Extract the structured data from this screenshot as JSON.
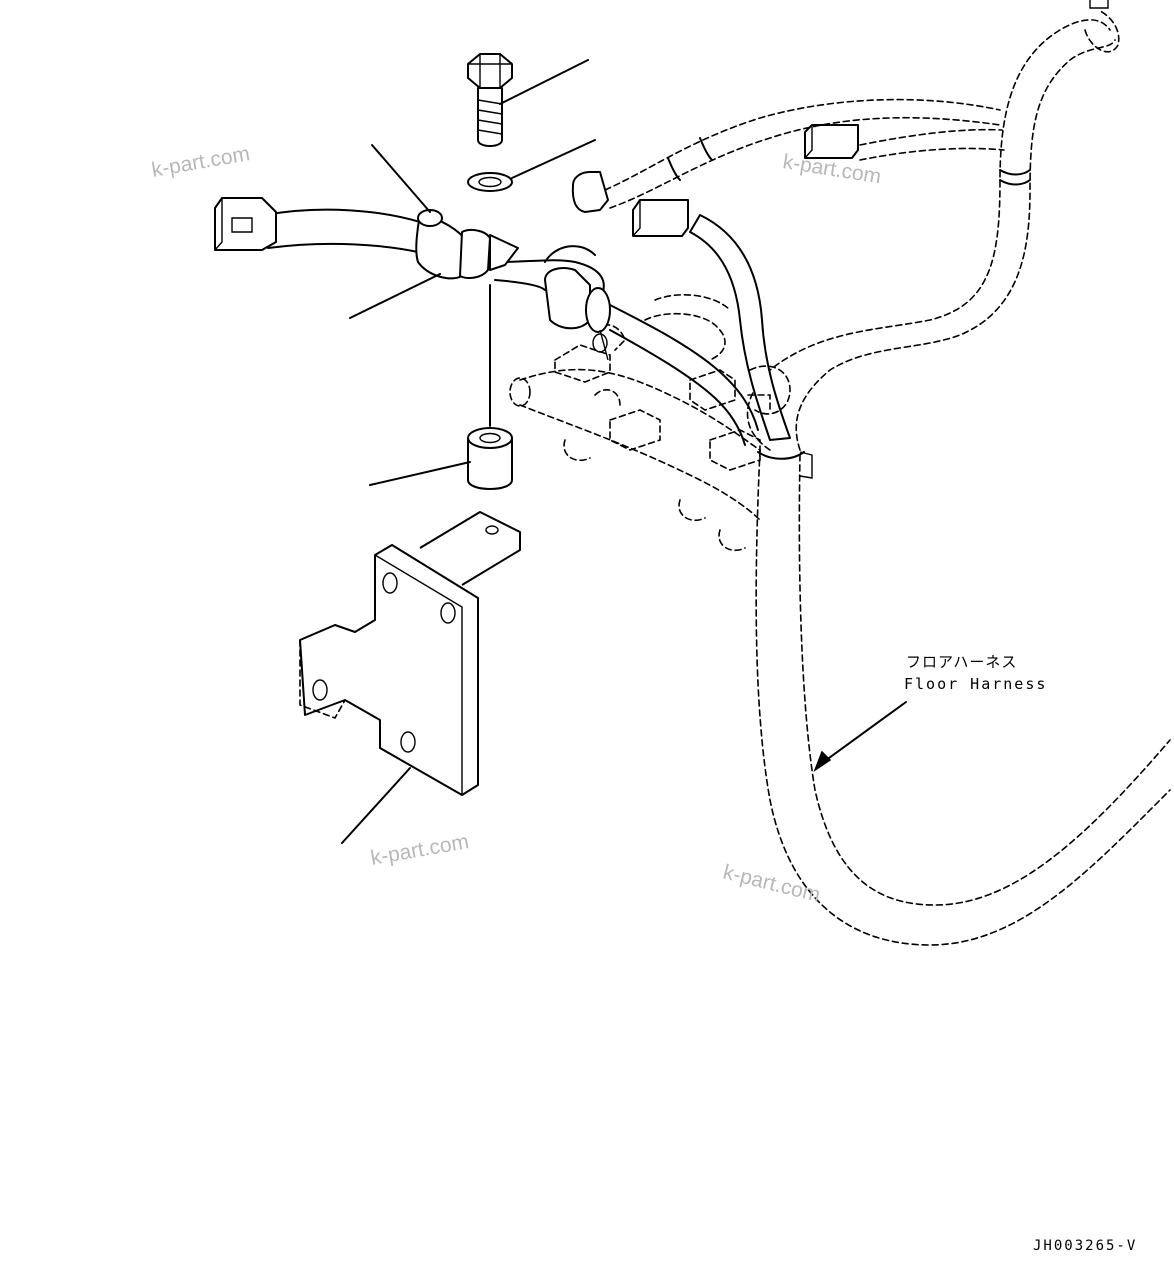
{
  "labels": {
    "floor_harness_jp": "フロアハーネス",
    "floor_harness_en": "Floor Harness",
    "drawing_code": "JH003265-V"
  },
  "watermarks": [
    "k-part.com",
    "k-part.com",
    "k-part.com",
    "k-part.com"
  ]
}
